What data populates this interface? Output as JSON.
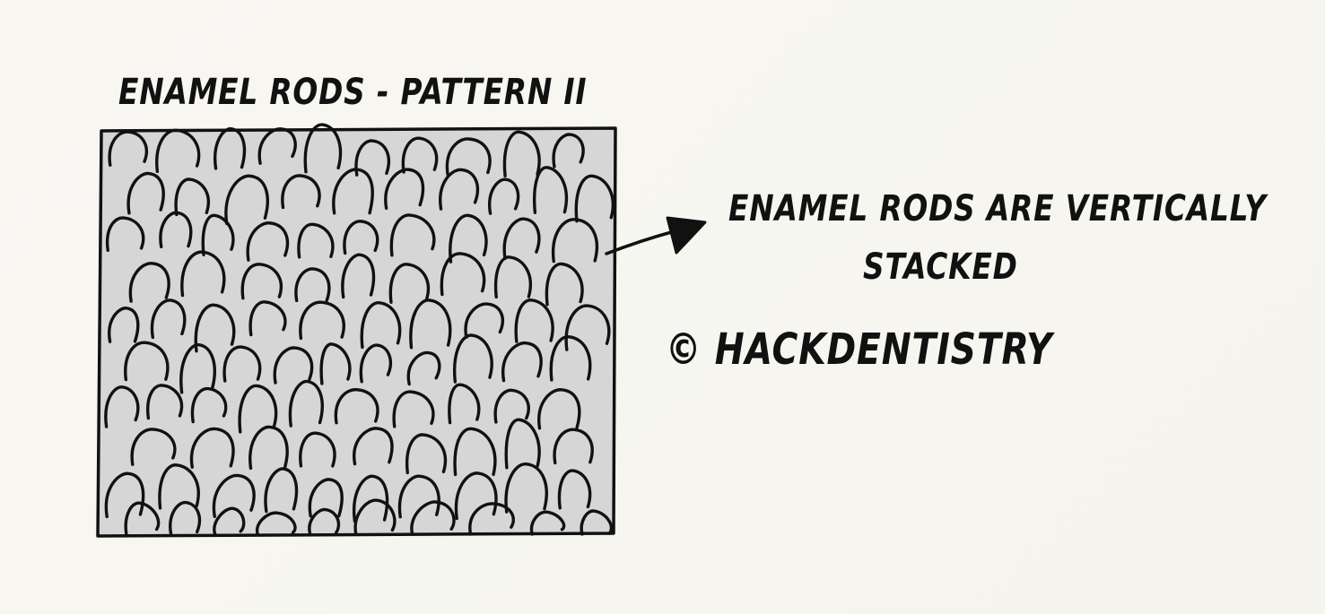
{
  "title": "ENAMEL RODS - PATTERN II",
  "annotation": {
    "line1": "ENAMEL RODS ARE VERTICALLY",
    "line2": "STACKED"
  },
  "copyright": "© HACKDENTISTRY",
  "colors": {
    "background": "#f7f6f1",
    "box_fill": "#d6d6d6",
    "ink": "#111111"
  },
  "icons": [
    "arrow-icon"
  ]
}
